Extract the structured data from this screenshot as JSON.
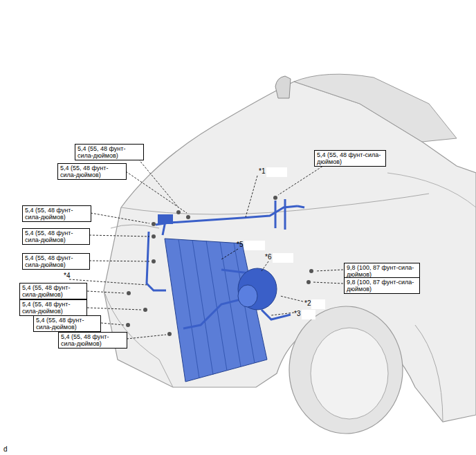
{
  "diagram": {
    "nodes": [
      {
        "text": [
          "5,4 (55, 48 фунт-сила-дюймов)"
        ]
      },
      {
        "text": [
          "5,4 (55, 48 фунт-сила-дюймов)"
        ]
      },
      {
        "text": [
          "5,4 (55, 48 фунт-сила-дюймов)"
        ]
      },
      {
        "text": [
          "5,4 (55, 48 фунт-сила-дюймов)"
        ]
      },
      {
        "text": [
          "5,4 (55, 48 фунт-сила-дюймов)"
        ]
      },
      {
        "text": [
          "5,4 (55, 48 фунт-сила-дюймов)"
        ]
      },
      {
        "text": [
          "9,8 (100, 87 фунт-сила-дюймов)"
        ]
      },
      {
        "text": [
          "9,8 (100, 87 фунт-сила-дюймов)"
        ]
      },
      {
        "text": [
          "5,4 (55, 48 фунт-сила-дюймов)"
        ]
      },
      {
        "text": [
          "5,4 (55, 48 фунт-сила-дюймов)"
        ]
      },
      {
        "text": [
          "5,4 (55, 48 фунт-сила-дюймов)"
        ]
      },
      {
        "text": [
          "5,4 (55, 48 фунт-сила-дюймов)"
        ]
      }
    ],
    "labels": [
      "*1",
      "*5",
      "*6",
      "*4",
      "*2",
      "*3",
      "d"
    ]
  }
}
